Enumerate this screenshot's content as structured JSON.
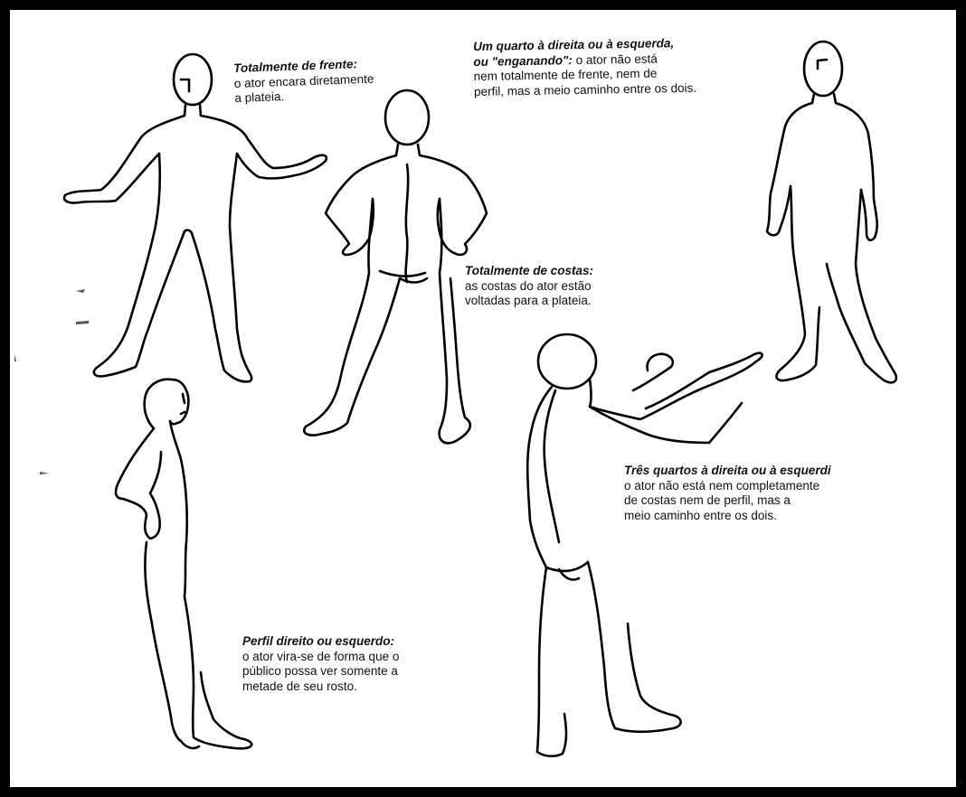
{
  "figure": {
    "captions": {
      "front": {
        "title": "Totalmente de frente:",
        "body_lines": [
          "o ator encara diretamente",
          "a plateia."
        ]
      },
      "quarter": {
        "title_line1": "Um quarto à direita ou à esquerda,",
        "title_line2": "ou \"enganando\":",
        "body_line1": " o ator não está",
        "body_lines": [
          "nem totalmente de frente, nem de",
          "perfil, mas a meio caminho entre os dois."
        ]
      },
      "back": {
        "title": "Totalmente de costas:",
        "body_lines": [
          "as costas do ator estão",
          "voltadas para a plateia."
        ]
      },
      "three_quarter": {
        "title": "Três quartos à direita ou à esquerdi",
        "body_lines": [
          "o ator não está nem completamente",
          "de costas nem de perfil, mas a",
          "meio caminho entre os dois."
        ]
      },
      "profile": {
        "title": "Perfil direito ou esquerdo:",
        "body_lines": [
          "o ator vira-se de forma que o",
          "público possa ver somente a",
          "metade de seu rosto."
        ]
      }
    },
    "colors": {
      "ink": "#000000",
      "paper": "#ffffff",
      "frame": "#000000"
    }
  }
}
